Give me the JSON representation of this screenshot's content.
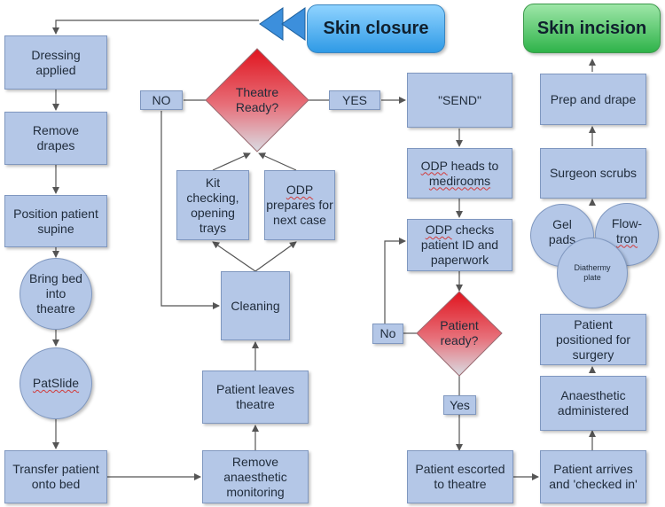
{
  "colors": {
    "box_fill": "#b4c7e7",
    "box_border": "#7f97bf",
    "decision_top": "#e0141e",
    "decision_bottom": "#d9dce3",
    "closure_banner": "#4aa8ef",
    "incision_banner": "#3cba54",
    "arrow": "#555555"
  },
  "banners": {
    "skin_closure": "Skin closure",
    "skin_incision": "Skin incision"
  },
  "closure_column": {
    "dressing_applied": "Dressing applied",
    "remove_drapes": "Remove drapes",
    "position_patient_supine": "Position patient supine",
    "bring_bed_into_theatre": "Bring bed into theatre",
    "patslide": "PatSlide",
    "transfer_patient_onto_bed": "Transfer patient onto bed"
  },
  "theatre_column": {
    "remove_anaesthetic_monitoring": "Remove anaesthetic monitoring",
    "patient_leaves_theatre": "Patient leaves theatre",
    "cleaning": "Cleaning",
    "kit_checking": "Kit checking, opening trays",
    "odp_prepares_prefix": "ODP",
    "odp_prepares_rest": "prepares for next case",
    "theatre_ready": "Theatre Ready?",
    "no_label": "NO",
    "yes_label": "YES"
  },
  "send_column": {
    "send": "\"SEND\"",
    "odp_heads_prefix": "ODP",
    "odp_heads_rest": "heads to",
    "odp_heads_place": "medirooms",
    "odp_checks_prefix": "ODP",
    "odp_checks_rest": "checks patient ID and paperwork",
    "patient_ready": "Patient ready?",
    "no_label": "No",
    "yes_label": "Yes",
    "patient_escorted": "Patient escorted to theatre"
  },
  "incision_column": {
    "patient_arrives": "Patient arrives and 'checked in'",
    "anaesthetic_administered": "Anaesthetic administered",
    "patient_positioned": "Patient positioned for surgery",
    "gel_pads": "Gel pads",
    "flowtron_a": "Flow-",
    "flowtron_b": "tron",
    "diathermy_plate": "Diathermy plate",
    "surgeon_scrubs": "Surgeon scrubs",
    "prep_and_drape": "Prep and drape"
  }
}
